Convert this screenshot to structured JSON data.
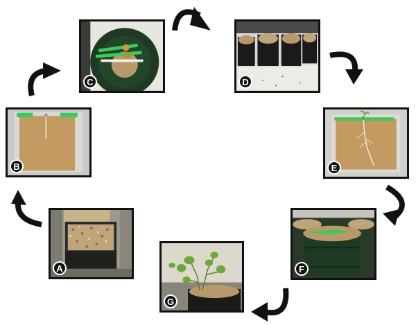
{
  "panels": {
    "a": {
      "label": "A"
    },
    "b": {
      "label": "B"
    },
    "c": {
      "label": "C"
    },
    "d": {
      "label": "D"
    },
    "e": {
      "label": "E"
    },
    "f": {
      "label": "F"
    },
    "g": {
      "label": "G"
    }
  },
  "colors": {
    "arrow": "#111111",
    "frame": "#111111",
    "gravel": "#b89a6a",
    "paper": "#c29a62",
    "tape": "#3ec85a",
    "pot": "#1f3a24",
    "leaf": "#6ea83a"
  },
  "icons": [
    "curved-arrow-icon"
  ]
}
